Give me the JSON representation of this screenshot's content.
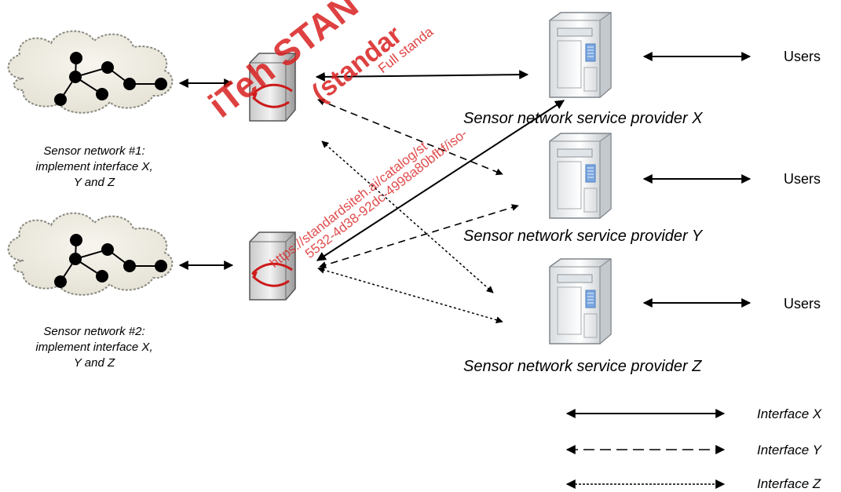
{
  "networks": [
    {
      "caption": [
        "Sensor network #1:",
        "implement interface X,",
        "Y and Z"
      ],
      "icon": "sensor-network-cloud-icon"
    },
    {
      "caption": [
        "Sensor network #2:",
        "implement interface X,",
        "Y and Z"
      ],
      "icon": "sensor-network-cloud-icon"
    }
  ],
  "gateways": [
    {
      "icon": "gateway-server-icon"
    },
    {
      "icon": "gateway-server-icon"
    }
  ],
  "providers": [
    {
      "caption": "Sensor network service provider X",
      "users": "Users",
      "icon": "server-tower-icon"
    },
    {
      "caption": "Sensor network service provider Y",
      "users": "Users",
      "icon": "server-tower-icon"
    },
    {
      "caption": "Sensor network service provider Z",
      "users": "Users",
      "icon": "server-tower-icon"
    }
  ],
  "legend": [
    {
      "label": "Interface X",
      "style": "solid"
    },
    {
      "label": "Interface Y",
      "style": "dashed"
    },
    {
      "label": "Interface Z",
      "style": "dotted"
    }
  ],
  "watermark": {
    "lines": [
      "iTeh STAN",
      "(standar",
      "Full standa",
      "https://standardsiteh.ai/catalog/st",
      "5532-4d38-92dc-4998a80bfbf/iso-"
    ],
    "color": "#d92020"
  }
}
